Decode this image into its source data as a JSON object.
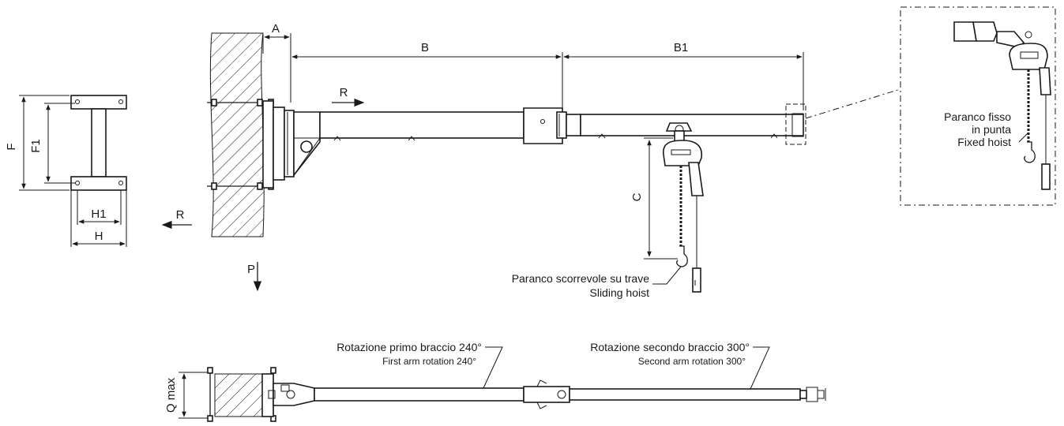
{
  "dimensions": {
    "A": "A",
    "B": "B",
    "B1": "B1",
    "C": "C",
    "F": "F",
    "F1": "F1",
    "H": "H",
    "H1": "H1",
    "Qmax": "Q max"
  },
  "forces": {
    "R_top": "R",
    "R_left": "R",
    "P": "P"
  },
  "labels": {
    "fixed_hoist_it_1": "Paranco fisso",
    "fixed_hoist_it_2": "in punta",
    "fixed_hoist_en": "Fixed hoist",
    "sliding_hoist_it": "Paranco scorrevole su trave",
    "sliding_hoist_en": "Sliding hoist",
    "first_arm_it": "Rotazione primo braccio 240°",
    "first_arm_en": "First arm rotation 240°",
    "second_arm_it": "Rotazione secondo braccio 300°",
    "second_arm_en": "Second arm rotation 300°"
  }
}
